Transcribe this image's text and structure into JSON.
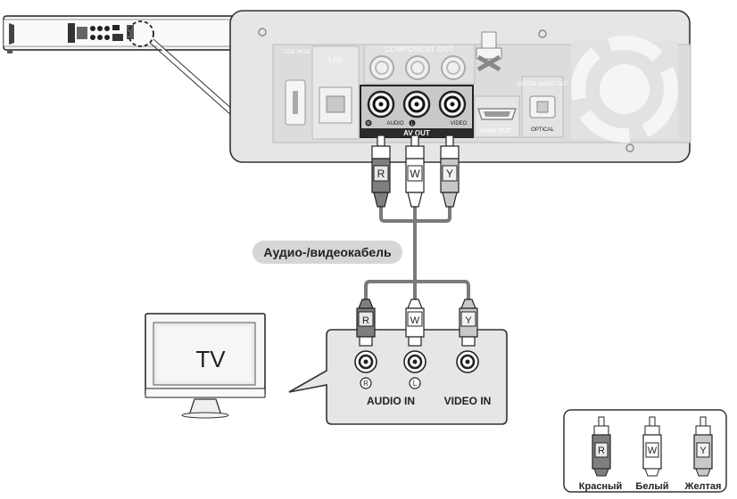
{
  "colors": {
    "panel_fill": "#e6e6e6",
    "panel_stroke": "#444444",
    "device_dark": "#2b2b2b",
    "cable": "#7a7a7a",
    "plug_red": "#7f7f7f",
    "plug_white": "#ffffff",
    "plug_yellow": "#c8c8c8",
    "label_pill": "#d6d6d6"
  },
  "player_panel": {
    "usb_label": "USB HOST",
    "lan_label": "LAN",
    "component_out_label": "COMPONENT OUT",
    "av_out_label": "AV OUT",
    "audio_label": "AUDIO",
    "audio_r_mark": "R",
    "audio_l_mark": "L",
    "video_label": "VIDEO",
    "hdmi_label": "HDMI OUT",
    "digital_audio_label": "DIGITAL AUDIO OUT",
    "optical_label": "OPTICAL"
  },
  "plug_letters": {
    "red": "R",
    "white": "W",
    "yellow": "Y"
  },
  "cable_label": "Аудио-/видеокабель",
  "tv": {
    "screen_label": "TV",
    "panel_r_mark": "R",
    "panel_l_mark": "L",
    "audio_in_label": "AUDIO IN",
    "video_in_label": "VIDEO IN"
  },
  "legend": {
    "items": [
      {
        "letter": "R",
        "label": "Красный",
        "color": "#7f7f7f"
      },
      {
        "letter": "W",
        "label": "Белый",
        "color": "#ffffff"
      },
      {
        "letter": "Y",
        "label": "Желтая",
        "color": "#c8c8c8"
      }
    ]
  }
}
